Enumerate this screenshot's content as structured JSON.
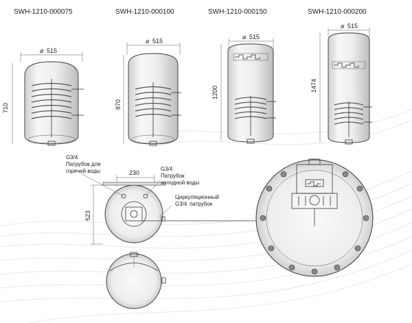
{
  "models": [
    {
      "code": "SWH-1210-000075",
      "diameter": "515",
      "height": "710"
    },
    {
      "code": "SWH-1210-000100",
      "diameter": "515",
      "height": "870"
    },
    {
      "code": "SWH-1210-000150",
      "diameter": "515",
      "height": "1200"
    },
    {
      "code": "SWH-1210-000200",
      "diameter": "515",
      "height": "1474"
    }
  ],
  "top_view": {
    "width_dim": "230",
    "height_dim": "523",
    "hot_water_outlet": {
      "thread": "G3/4",
      "line1": "Патрубок для",
      "line2": "горячей воды"
    },
    "cold_water_inlet": {
      "thread": "G3/4",
      "line1": "Патрубок",
      "line2": "холодной воды"
    },
    "circulation_port": {
      "line1": "Циркуляционный",
      "line2": "патрубок",
      "thread": "G3/4"
    }
  },
  "diameter_symbol": "⌀",
  "colors": {
    "line": "#333333",
    "fill": "#f4f4f4",
    "wave": "#dfe9f2"
  }
}
